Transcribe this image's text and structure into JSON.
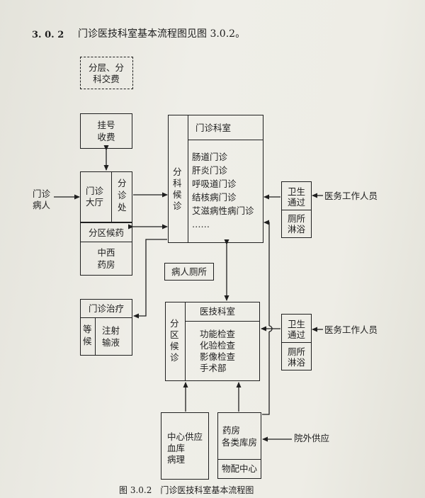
{
  "heading": {
    "number": "3. 0. 2",
    "text": "门诊医技科室基本流程图见图 3.0.2。"
  },
  "payment_note": {
    "line1": "分层、分",
    "line2": "科交费"
  },
  "registration": {
    "line1": "挂号",
    "line2": "收费"
  },
  "lobby": {
    "left_line1": "门诊",
    "left_line2": "大厅",
    "right": "分诊处"
  },
  "patient_in": {
    "line1": "门诊",
    "line2": "病人"
  },
  "outpatient_dept": {
    "wait_label": "分科候诊",
    "title": "门诊科室",
    "items": [
      "肠道门诊",
      "肝炎门诊",
      "呼吸道门诊",
      "结核病门诊",
      "艾滋病性病门诊",
      "……"
    ]
  },
  "pharmacy": {
    "title": "分区候药",
    "line1": "中西",
    "line2": "药房"
  },
  "patient_toilet": "病人厕所",
  "treatment": {
    "title": "门诊治疗",
    "left": "等候",
    "right_line1": "注射",
    "right_line2": "输液"
  },
  "medtech_dept": {
    "wait_label": "分区候诊",
    "title": "医技科室",
    "items": [
      "功能检查",
      "化验检查",
      "影像检查",
      "手术部"
    ]
  },
  "staff_upper": {
    "hygiene_line1": "卫生",
    "hygiene_line2": "通过",
    "toilet_line1": "厕所",
    "toilet_line2": "淋浴",
    "label": "医务工作人员"
  },
  "staff_lower": {
    "hygiene_line1": "卫生",
    "hygiene_line2": "通过",
    "toilet_line1": "厕所",
    "toilet_line2": "淋浴",
    "label": "医务工作人员"
  },
  "central_supply": {
    "line1": "中心供应",
    "line2": "血库",
    "line3": "病理"
  },
  "pharmacy_store": {
    "line1": "药房",
    "line2": "各类库房",
    "footer": "物配中心"
  },
  "external_supply": "院外供应",
  "caption": "图 3.0.2　门诊医技科室基本流程图"
}
